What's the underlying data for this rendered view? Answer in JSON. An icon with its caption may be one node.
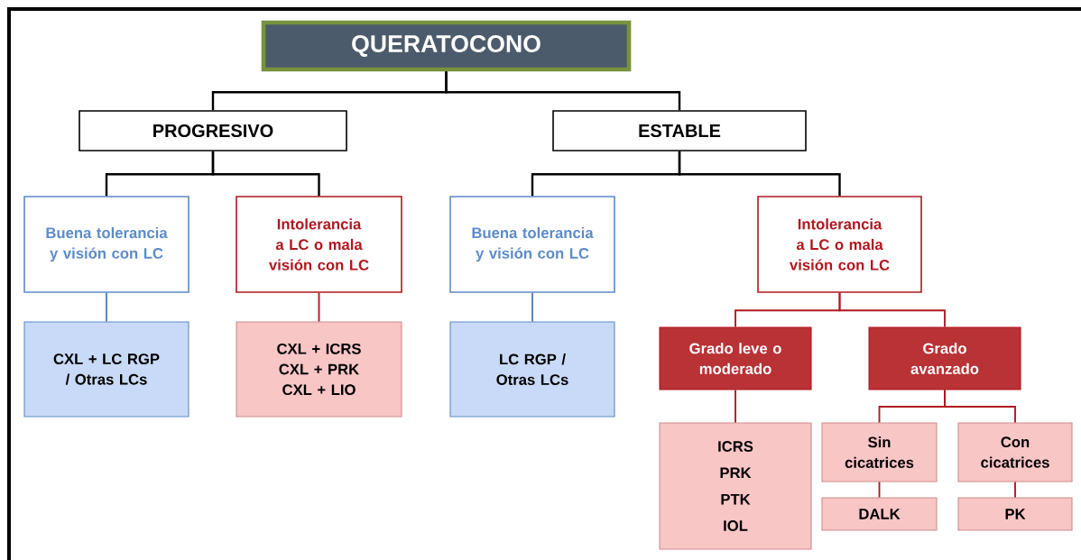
{
  "diagram": {
    "nodes": [
      {
        "text": [
          "QUERATOCONO"
        ]
      },
      {
        "text": [
          "PROGRESIVO"
        ]
      },
      {
        "text": [
          "ESTABLE"
        ]
      },
      {
        "text": [
          "Buena tolerancia y visión con LC"
        ]
      },
      {
        "text": [
          "Intolerancia a LC o mala visión con LC"
        ]
      },
      {
        "text": [
          "CXL + LC RGP / Otras LCs"
        ]
      },
      {
        "text": [
          "CXL + ICRS",
          "CXL + PRK",
          "CXL + LIO"
        ]
      },
      {
        "text": [
          "Buena tolerancia y visión con LC"
        ]
      },
      {
        "text": [
          "LC RGP / Otras LCs"
        ]
      },
      {
        "text": [
          "Intolerancia a LC o mala visión con LC"
        ]
      },
      {
        "text": [
          "Grado leve o moderado"
        ]
      },
      {
        "text": [
          "Grado avanzado"
        ]
      },
      {
        "text": [
          "ICRS",
          "PRK",
          "PTK",
          "IOL"
        ]
      },
      {
        "text": [
          "Sin cicatrices"
        ]
      },
      {
        "text": [
          "Con cicatrices"
        ]
      },
      {
        "text": [
          "DALK"
        ]
      },
      {
        "text": [
          "PK"
        ]
      }
    ],
    "edges": [
      {
        "from": 0,
        "to": 1,
        "arrow": "none",
        "color": "#000000"
      },
      {
        "from": 0,
        "to": 2,
        "arrow": "none",
        "color": "#000000"
      },
      {
        "from": 1,
        "to": 3,
        "arrow": "none",
        "color": "#000000"
      },
      {
        "from": 1,
        "to": 4,
        "arrow": "none",
        "color": "#000000"
      },
      {
        "from": 2,
        "to": 7,
        "arrow": "none",
        "color": "#000000"
      },
      {
        "from": 2,
        "to": 9,
        "arrow": "none",
        "color": "#000000"
      },
      {
        "from": 3,
        "to": 5,
        "arrow": "none",
        "color": "#4f81bd"
      },
      {
        "from": 4,
        "to": 6,
        "arrow": "none"
      },
      {
        "from": 7,
        "to": 8,
        "arrow": "none",
        "color": "#4f81bd"
      },
      {
        "from": 9,
        "to": 10,
        "arrow": "none"
      },
      {
        "from": 9,
        "to": 11,
        "arrow": "none"
      },
      {
        "from": 10,
        "to": 12,
        "arrow": "none"
      },
      {
        "from": 11,
        "to": 13,
        "arrow": "none"
      },
      {
        "from": 11,
        "to": 14,
        "arrow": "none"
      },
      {
        "from": 13,
        "to": 15,
        "arrow": "none"
      },
      {
        "from": 14,
        "to": 16,
        "arrow": "none"
      }
    ]
  }
}
